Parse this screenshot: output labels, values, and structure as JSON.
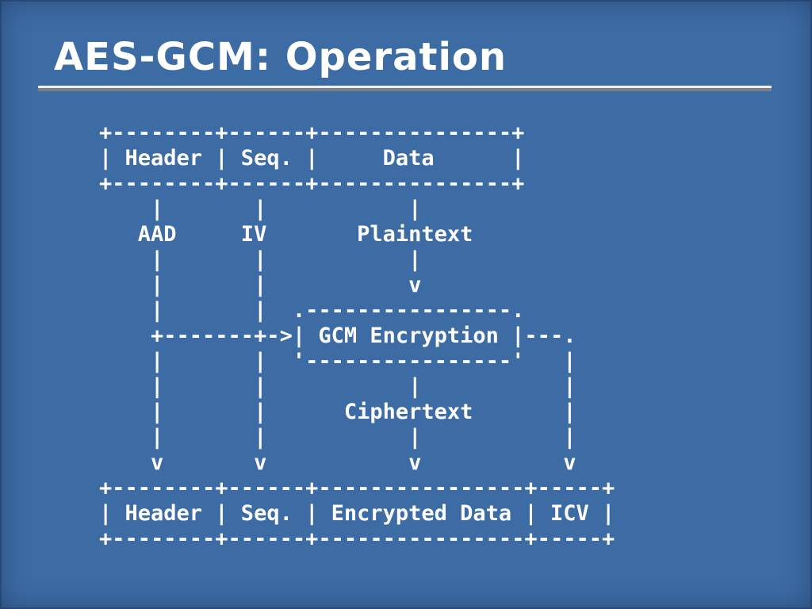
{
  "slide": {
    "title": "AES-GCM: Operation",
    "background_color": "#3d6ba4",
    "text_color": "#ffffff",
    "rule_top_color": "#f0f0f0",
    "rule_bottom_color": "#76818d"
  },
  "diagram": {
    "type": "ascii-flow",
    "labels": {
      "input_fields": [
        "Header",
        "Seq.",
        "Data"
      ],
      "aad": "AAD",
      "iv": "IV",
      "plaintext": "Plaintext",
      "process": "GCM Encryption",
      "ciphertext": "Ciphertext",
      "output_fields": [
        "Header",
        "Seq.",
        "Encrypted Data",
        "ICV"
      ]
    },
    "lines": [
      "+--------+------+---------------+",
      "| Header | Seq. |     Data      |",
      "+--------+------+---------------+",
      "    |       |           |",
      "   AAD     IV       Plaintext",
      "    |       |           |",
      "    |       |           v",
      "    |       |  .----------------.",
      "    +-------+->| GCM Encryption |---.",
      "    |       |  '----------------'   |",
      "    |       |           |           |",
      "    |       |      Ciphertext       |",
      "    |       |           |           |",
      "    v       v           v           v",
      "+--------+------+----------------+-----+",
      "| Header | Seq. | Encrypted Data | ICV |",
      "+--------+------+----------------+-----+"
    ]
  }
}
